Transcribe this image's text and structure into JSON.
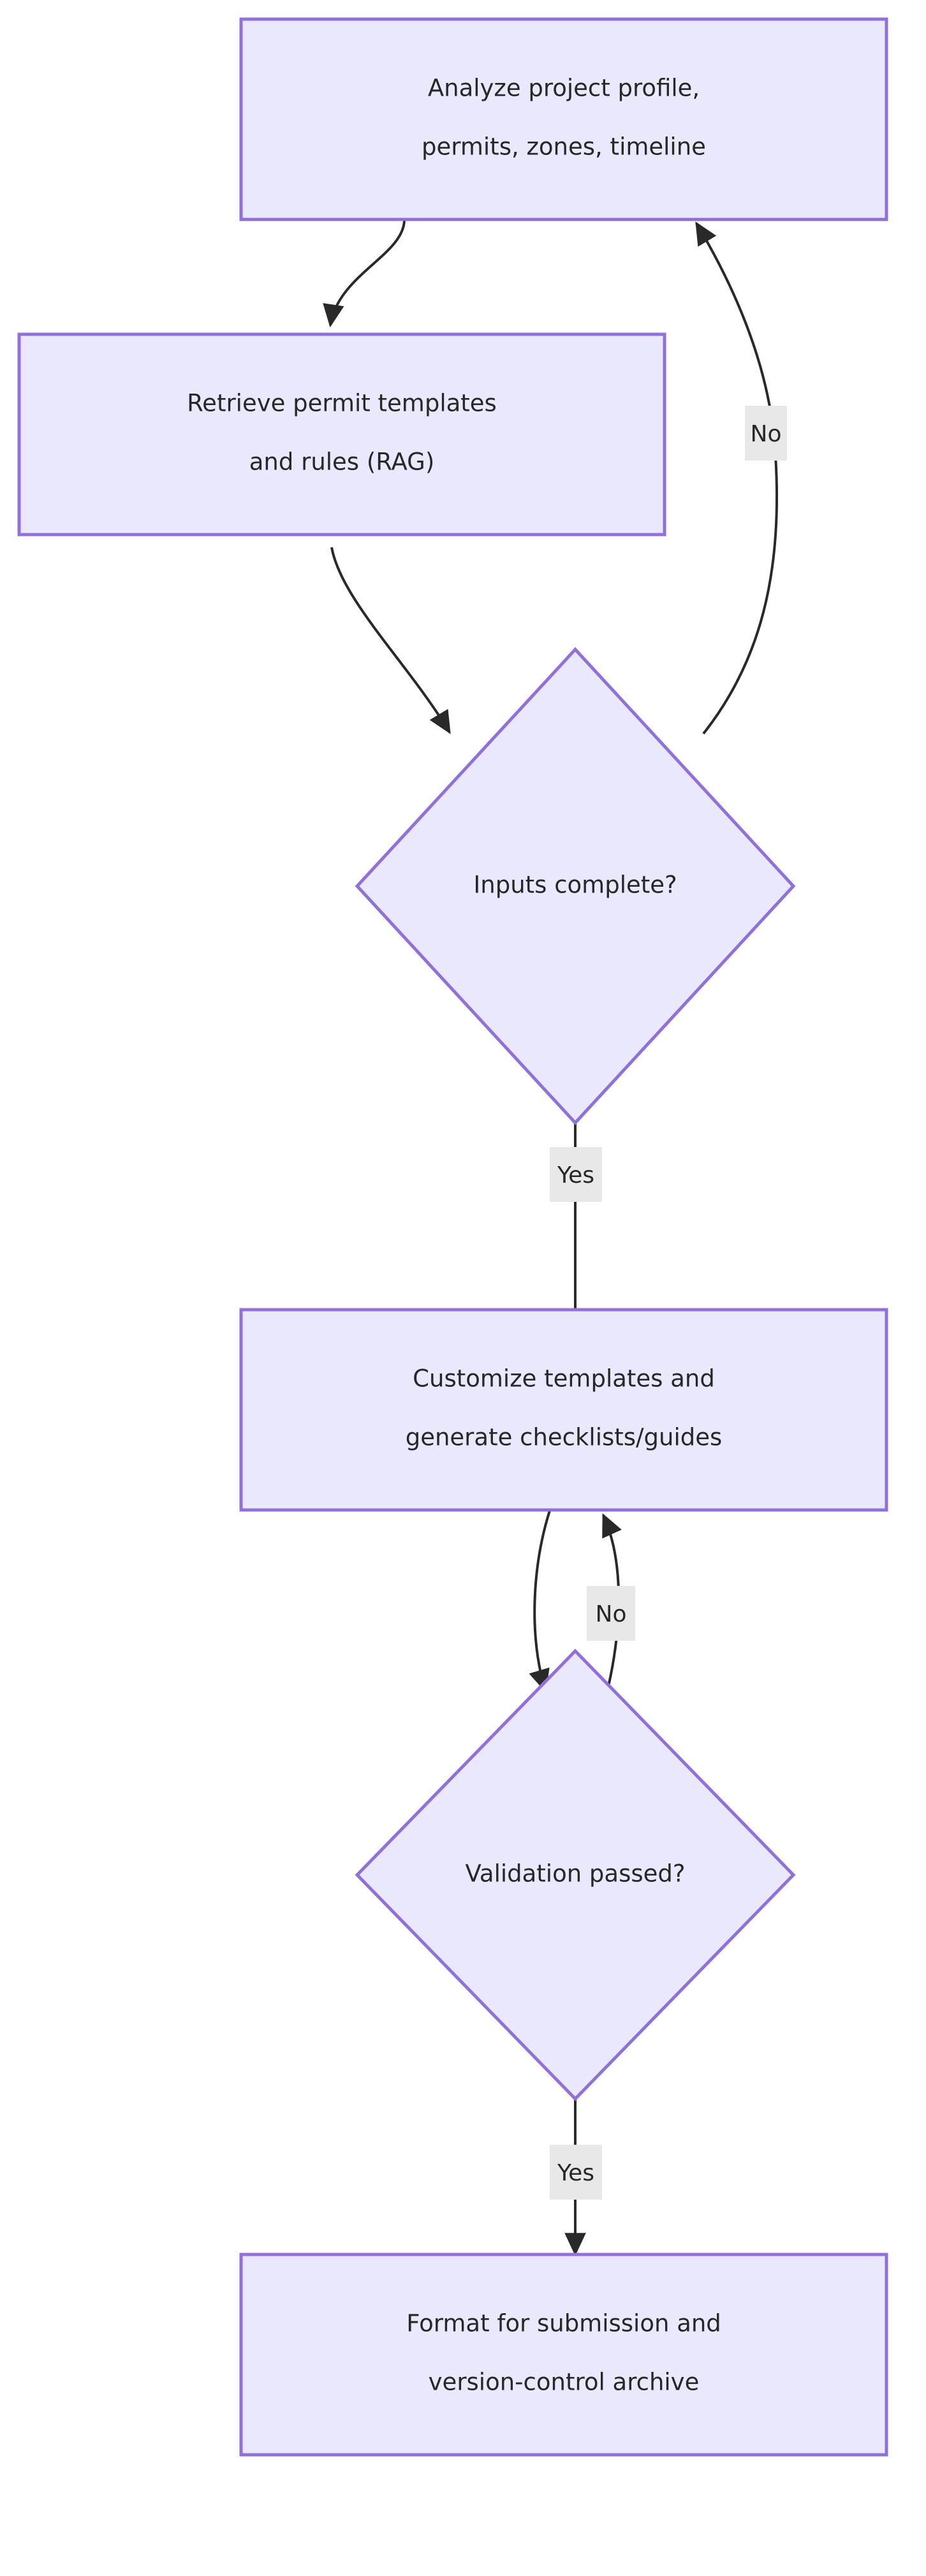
{
  "diagram": {
    "type": "flowchart",
    "orientation": "top-to-bottom",
    "background_color": "#ffffff",
    "node_fill_color": "#e9e8fc",
    "node_border_color": "#9071da",
    "edge_color": "#29292b",
    "edge_label_background_color": "#e8e8e8",
    "text_color": "#272727"
  },
  "nodes": [
    {
      "id": "analyze",
      "shape": "rectangle",
      "line1": "Analyze project profile,",
      "line2": "permits, zones, timeline"
    },
    {
      "id": "retrieve",
      "shape": "rectangle",
      "line1": "Retrieve permit templates",
      "line2": "and rules (RAG)"
    },
    {
      "id": "inputs_complete",
      "shape": "diamond",
      "line1": "Inputs complete?",
      "line2": ""
    },
    {
      "id": "customize",
      "shape": "rectangle",
      "line1": "Customize templates and",
      "line2": "generate checklists/guides"
    },
    {
      "id": "validation_passed",
      "shape": "diamond",
      "line1": "Validation passed?",
      "line2": ""
    },
    {
      "id": "format",
      "shape": "rectangle",
      "line1": "Format for submission and",
      "line2": "version-control archive"
    }
  ],
  "edges": [
    {
      "id": "e1",
      "from": "analyze",
      "to": "retrieve",
      "label": ""
    },
    {
      "id": "e2",
      "from": "retrieve",
      "to": "inputs_complete",
      "label": ""
    },
    {
      "id": "e3",
      "from": "inputs_complete",
      "to": "analyze",
      "label": "No"
    },
    {
      "id": "e4",
      "from": "inputs_complete",
      "to": "customize",
      "label": "Yes"
    },
    {
      "id": "e5",
      "from": "customize",
      "to": "validation_passed",
      "label": ""
    },
    {
      "id": "e6",
      "from": "validation_passed",
      "to": "customize",
      "label": "No"
    },
    {
      "id": "e7",
      "from": "validation_passed",
      "to": "format",
      "label": "Yes"
    }
  ]
}
